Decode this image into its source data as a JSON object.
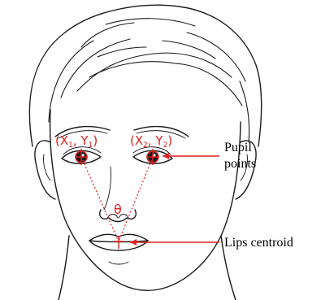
{
  "labels": {
    "left_pupil": {
      "x_var": "X",
      "x_sub": "1",
      "sep": ", ",
      "y_var": "Y",
      "y_sub": "1"
    },
    "right_pupil": {
      "x_var": "X",
      "x_sub": "2",
      "sep": ", ",
      "y_var": "Y",
      "y_sub": "2"
    },
    "angle": "θ",
    "pupil_callout_line1": "Pupil",
    "pupil_callout_line2": "points",
    "lips_callout": "Lips centroid"
  },
  "colors": {
    "annotation": "#e02020",
    "drawing": "#1a1a1a"
  }
}
